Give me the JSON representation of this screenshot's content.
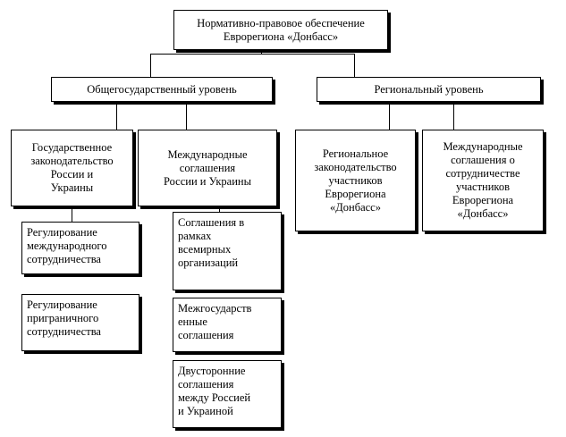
{
  "root": "Нормативно-правовое обеспечение\nЕврорегиона «Донбасс»",
  "national_level": "Общегосударственный уровень",
  "regional_level": "Региональный уровень",
  "state_legislation": "Государственное\nзаконодательство\nРоссии и\nУкраины",
  "international_agreements": "Международные\nсоглашения\nРоссии и Украины",
  "regional_legislation": "Региональное\nзаконодательство\nучастников\nЕврорегиона\n«Донбасс»",
  "regional_agreements": "Международные\nсоглашения о\nсотрудничестве\nучастников\nЕврорегиона\n«Донбасс»",
  "regulation_international": "Регулирование\nмеждународного\nсотрудничества",
  "regulation_border": "Регулирование\nприграничного\nсотрудничества",
  "agreements_world_orgs": "Соглашения в\nрамках\nвсемирных\nорганизаций",
  "interstate_agreements": "Межгосударств\nенные\nсоглашения",
  "bilateral_agreements": "Двусторонние\nсоглашения\nмежду Россией\nи Украиной"
}
